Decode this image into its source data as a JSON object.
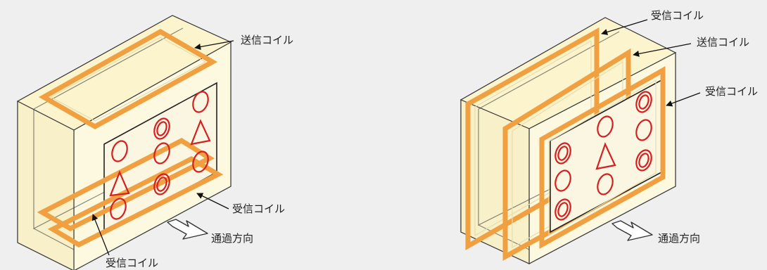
{
  "left_panel": {
    "label_top": "送信コイル",
    "label_right": "受信コイル",
    "label_bottom": "受信コイル",
    "direction_label": "通過方向"
  },
  "right_panel": {
    "label_1": "受信コイル",
    "label_2": "送信コイル",
    "label_3": "受信コイル",
    "direction_label": "通過方向"
  },
  "colors": {
    "coil": "#f0a040",
    "box_face": "#fdf8d8",
    "marker": "#d42020"
  },
  "icons": [
    "double-ring-icon",
    "circle-icon",
    "triangle-icon",
    "hollow-arrow-icon"
  ]
}
